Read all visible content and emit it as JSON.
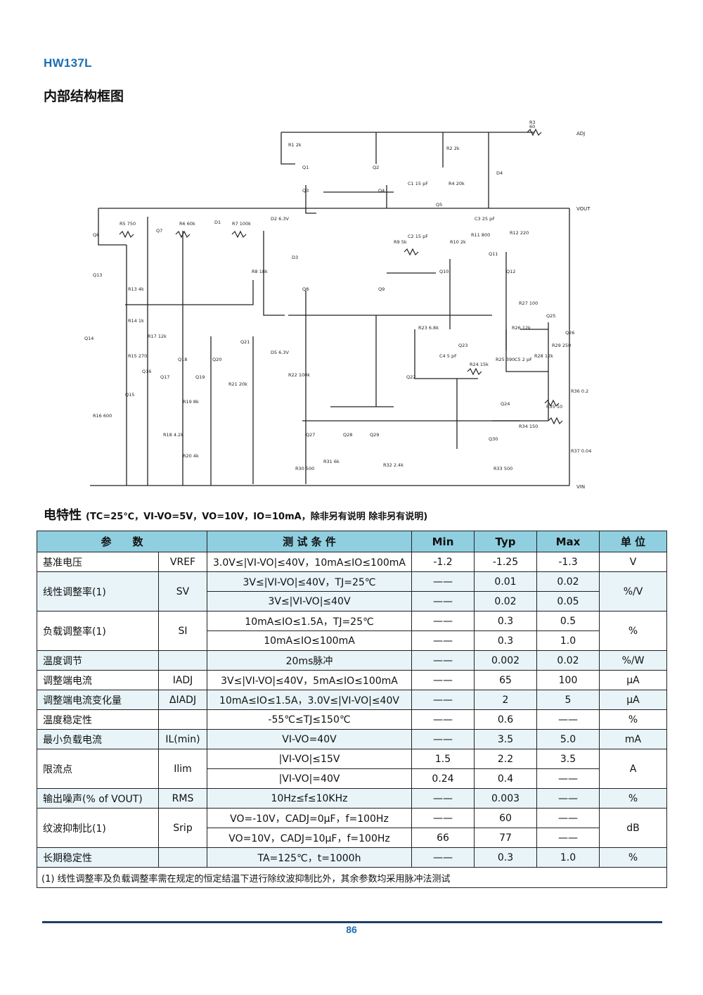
{
  "part_number": "HW137L",
  "block_title": "内部结构框图",
  "electrical_heading": "电特性",
  "electrical_conditions": "(TC=25℃，VI-VO=5V，VO=10V，IO=10mA，除非另有说明  除非另有说明)",
  "diagram": {
    "pins": {
      "adj": "ADJ",
      "vout": "VOUT",
      "vin": "VIN"
    },
    "components": [
      {
        "id": "R3",
        "value": "60"
      },
      {
        "id": "R1",
        "value": "2k"
      },
      {
        "id": "R2",
        "value": "2k"
      },
      {
        "id": "C1",
        "value": "15 pF"
      },
      {
        "id": "R4",
        "value": "20k"
      },
      {
        "id": "D4",
        "value": ""
      },
      {
        "id": "R5",
        "value": "750"
      },
      {
        "id": "R6",
        "value": "60k"
      },
      {
        "id": "D1",
        "value": ""
      },
      {
        "id": "R7",
        "value": "100k"
      },
      {
        "id": "D2",
        "value": "6.3V"
      },
      {
        "id": "C3",
        "value": "25 pF"
      },
      {
        "id": "R11",
        "value": "800"
      },
      {
        "id": "R12",
        "value": "220"
      },
      {
        "id": "R9",
        "value": "5k"
      },
      {
        "id": "C2",
        "value": "15 pF"
      },
      {
        "id": "R10",
        "value": "2k"
      },
      {
        "id": "R8",
        "value": "18k"
      },
      {
        "id": "D3",
        "value": ""
      },
      {
        "id": "R13",
        "value": "4k"
      },
      {
        "id": "R14",
        "value": "1k"
      },
      {
        "id": "R17",
        "value": "12k"
      },
      {
        "id": "R15",
        "value": "270"
      },
      {
        "id": "R16",
        "value": "600"
      },
      {
        "id": "R18",
        "value": "4.2k"
      },
      {
        "id": "R19",
        "value": "8k"
      },
      {
        "id": "R20",
        "value": "4k"
      },
      {
        "id": "R21",
        "value": "20k"
      },
      {
        "id": "D5",
        "value": "6.3V"
      },
      {
        "id": "R22",
        "value": "100k"
      },
      {
        "id": "R23",
        "value": "6.8k"
      },
      {
        "id": "C4",
        "value": "5 pF"
      },
      {
        "id": "R24",
        "value": "15k"
      },
      {
        "id": "R27",
        "value": "100"
      },
      {
        "id": "R26",
        "value": "12k"
      },
      {
        "id": "R25",
        "value": "390"
      },
      {
        "id": "C5",
        "value": "2 pF"
      },
      {
        "id": "R28",
        "value": "12k"
      },
      {
        "id": "R29",
        "value": "250"
      },
      {
        "id": "R36",
        "value": "0.2"
      },
      {
        "id": "R35",
        "value": "10"
      },
      {
        "id": "R34",
        "value": "150"
      },
      {
        "id": "R37",
        "value": "0.04"
      },
      {
        "id": "R31",
        "value": "6k"
      },
      {
        "id": "R30",
        "value": "500"
      },
      {
        "id": "R32",
        "value": "2.4k"
      },
      {
        "id": "R33",
        "value": "500"
      }
    ],
    "transistors": [
      "Q1",
      "Q2",
      "Q3",
      "Q4",
      "Q5",
      "Q6",
      "Q7",
      "Q8",
      "Q9",
      "Q10",
      "Q11",
      "Q12",
      "Q13",
      "Q14",
      "Q15",
      "Q16",
      "Q17",
      "Q18",
      "Q19",
      "Q20",
      "Q21",
      "Q22",
      "Q23",
      "Q24",
      "Q25",
      "Q26",
      "Q27",
      "Q28",
      "Q29",
      "Q30"
    ]
  },
  "table": {
    "headers": [
      "参　　数",
      "测 试 条 件",
      "Min",
      "Typ",
      "Max",
      "单 位"
    ],
    "rows": [
      {
        "param": "基准电压",
        "sym": "VREF",
        "cond": "3.0V≤|VI-VO|≤40V，10mA≤IO≤100mA",
        "min": "-1.2",
        "typ": "-1.25",
        "max": "-1.3",
        "unit": "V"
      },
      {
        "param": "线性调整率(1)",
        "sym": "SV",
        "cond": "3V≤|VI-VO|≤40V，TJ=25℃",
        "min": "——",
        "typ": "0.01",
        "max": "0.02",
        "unit": "%/V"
      },
      {
        "cond": "3V≤|VI-VO|≤40V",
        "min": "——",
        "typ": "0.02",
        "max": "0.05"
      },
      {
        "param": "负载调整率(1)",
        "sym": "SI",
        "cond": "10mA≤IO≤1.5A，TJ=25℃",
        "min": "——",
        "typ": "0.3",
        "max": "0.5",
        "unit": "%"
      },
      {
        "cond": "10mA≤IO≤100mA",
        "min": "——",
        "typ": "0.3",
        "max": "1.0"
      },
      {
        "param": "温度调节",
        "sym": "",
        "cond": "20ms脉冲",
        "min": "——",
        "typ": "0.002",
        "max": "0.02",
        "unit": "%/W"
      },
      {
        "param": "调整端电流",
        "sym": "IADJ",
        "cond": "3V≤|VI-VO|≤40V，5mA≤IO≤100mA",
        "min": "——",
        "typ": "65",
        "max": "100",
        "unit": "μA"
      },
      {
        "param": "调整端电流变化量",
        "sym": "ΔIADJ",
        "cond": "10mA≤IO≤1.5A，3.0V≤|VI-VO|≤40V",
        "min": "——",
        "typ": "2",
        "max": "5",
        "unit": "μA"
      },
      {
        "param": "温度稳定性",
        "sym": "",
        "cond": "-55℃≤TJ≤150℃",
        "min": "——",
        "typ": "0.6",
        "max": "——",
        "unit": "%"
      },
      {
        "param": "最小负载电流",
        "sym": "IL(min)",
        "cond": "VI-VO=40V",
        "min": "——",
        "typ": "3.5",
        "max": "5.0",
        "unit": "mA"
      },
      {
        "param": "限流点",
        "sym": "Ilim",
        "cond": "|VI-VO|≤15V",
        "min": "1.5",
        "typ": "2.2",
        "max": "3.5",
        "unit": "A"
      },
      {
        "cond": "|VI-VO|=40V",
        "min": "0.24",
        "typ": "0.4",
        "max": "——"
      },
      {
        "param": "输出噪声(% of VOUT)",
        "sym": "RMS",
        "cond": "10Hz≤f≤10KHz",
        "min": "——",
        "typ": "0.003",
        "max": "——",
        "unit": "%"
      },
      {
        "param": "纹波抑制比(1)",
        "sym": "Srip",
        "cond": "VO=-10V，CADJ=0μF，f=100Hz",
        "min": "——",
        "typ": "60",
        "max": "——",
        "unit": "dB"
      },
      {
        "cond": "VO=10V，CADJ=10μF，f=100Hz",
        "min": "66",
        "typ": "77",
        "max": "——"
      },
      {
        "param": "长期稳定性",
        "sym": "",
        "cond": "TA=125℃，t=1000h",
        "min": "——",
        "typ": "0.3",
        "max": "1.0",
        "unit": "%"
      }
    ],
    "footnote": "(1) 线性调整率及负载调整率需在规定的恒定结温下进行除纹波抑制比外，其余参数均采用脉冲法测试"
  },
  "page_number": "86"
}
